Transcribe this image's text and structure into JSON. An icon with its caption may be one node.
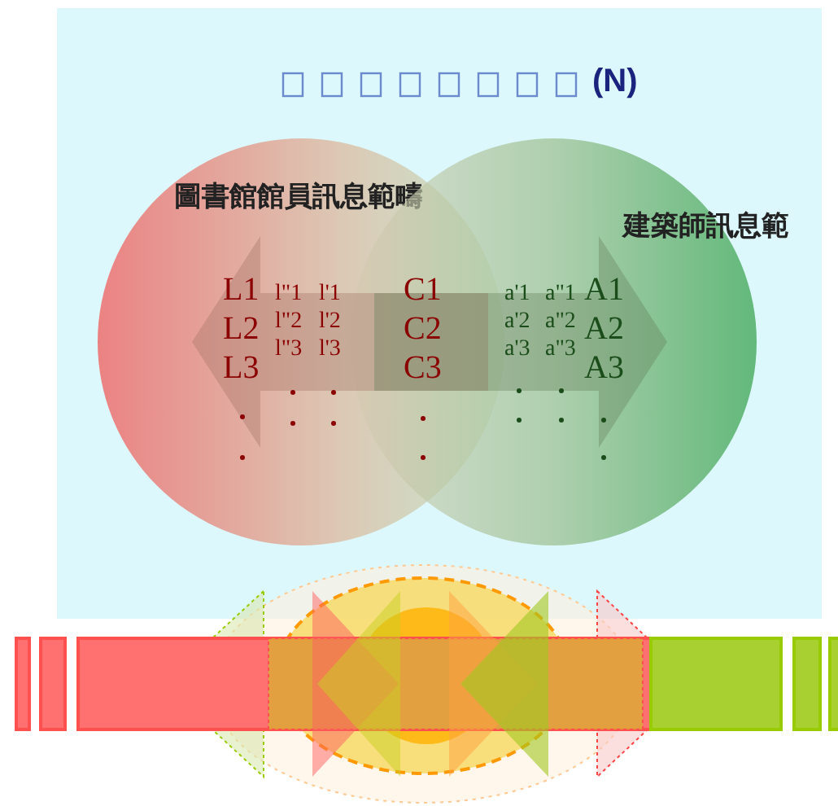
{
  "diagram": {
    "title": "(N)",
    "nodes": [
      {
        "text": [
          "圖書館館員訊息範疇"
        ]
      },
      {
        "text": [
          "建築師訊息範"
        ]
      }
    ],
    "edges": [
      {
        "from": 1,
        "to": 0,
        "arrow": "to"
      },
      {
        "from": 0,
        "to": 1,
        "arrow": "to"
      }
    ],
    "labels": [
      "L1",
      "l\"1",
      "l'1",
      "C1",
      "a'1",
      "a\"1",
      "A1",
      "L2",
      "l\"2",
      "l'2",
      "C2",
      "a'2",
      "a\"2",
      "A2",
      "L3",
      "l\"3",
      "l'3",
      "C3",
      "a'3",
      "a\"3",
      "A3"
    ]
  }
}
